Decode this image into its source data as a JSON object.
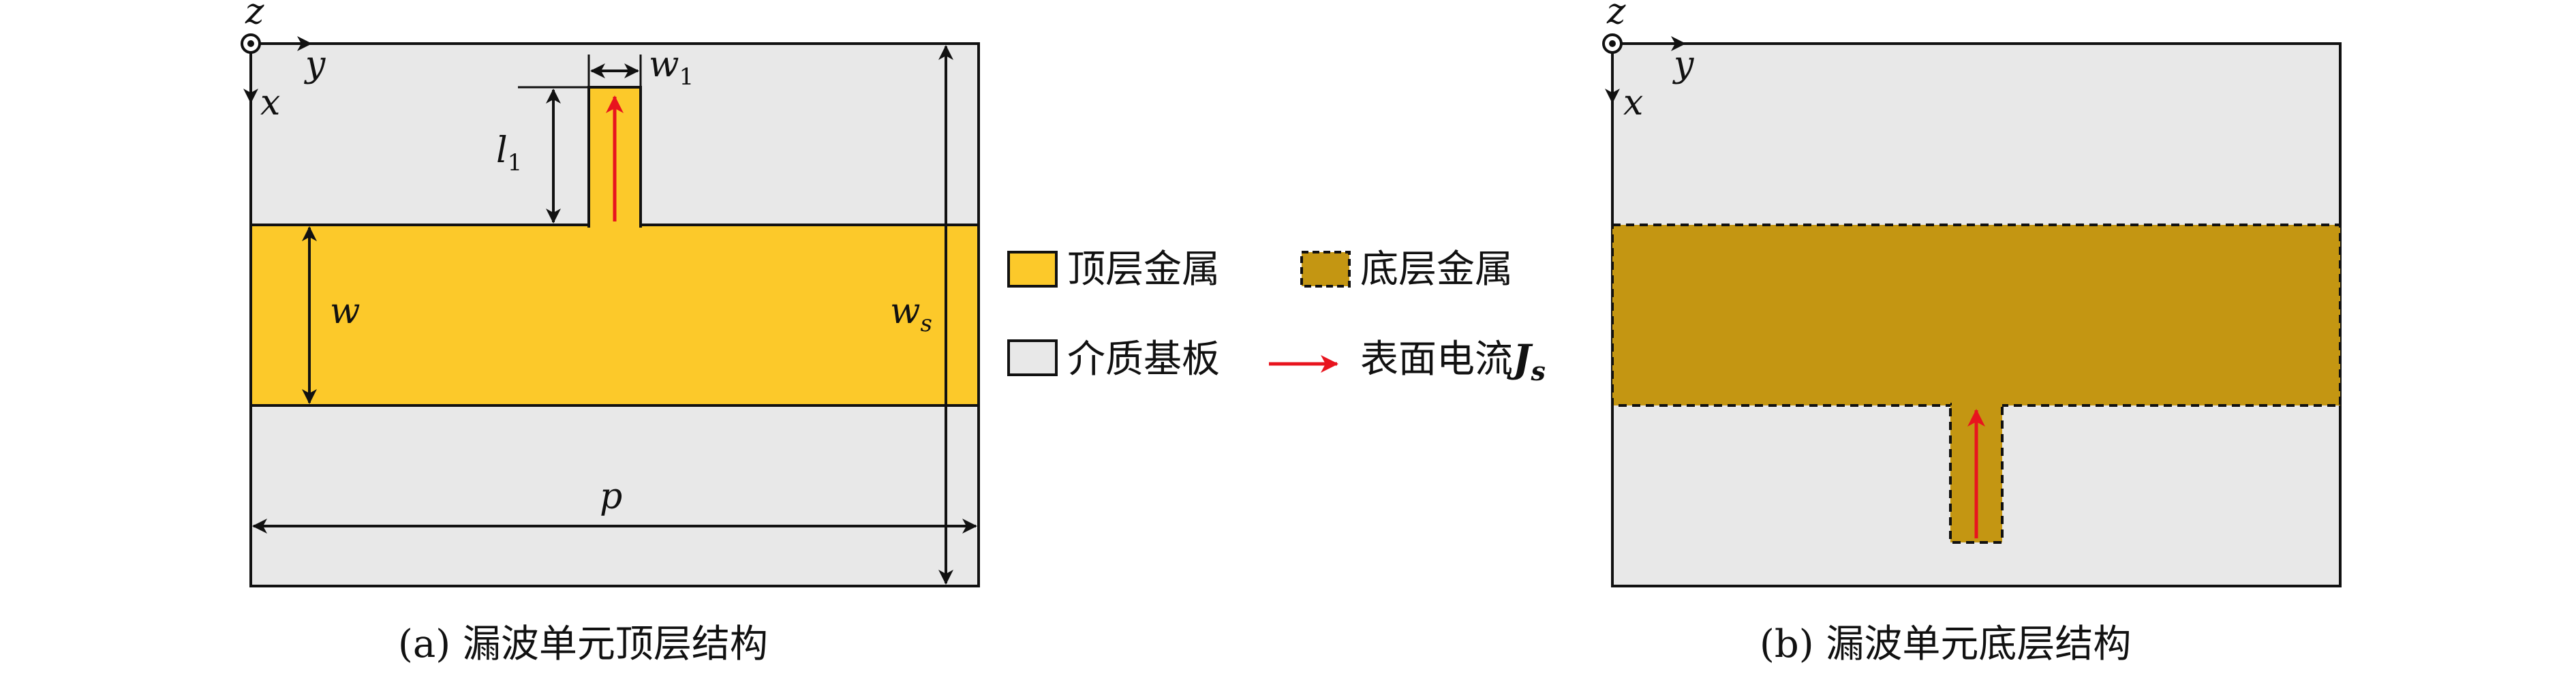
{
  "colors": {
    "substrate": "#E8E8E8",
    "top_metal": "#FCC92A",
    "bottom_metal": "#C49612",
    "current_arrow": "#E8141E",
    "outline": "#111111"
  },
  "panel_a": {
    "axis_z": "z",
    "axis_y": "y",
    "axis_x": "x",
    "dim_w1_base": "w",
    "dim_w1_sub": "1",
    "dim_l1_base": "l",
    "dim_l1_sub": "1",
    "dim_w": "w",
    "dim_ws_base": "w",
    "dim_ws_sub": "s",
    "dim_p": "p",
    "caption": "(a) 漏波单元顶层结构"
  },
  "panel_b": {
    "axis_z": "z",
    "axis_y": "y",
    "axis_x": "x",
    "caption": "(b) 漏波单元底层结构"
  },
  "legend": {
    "top_metal": "顶层金属",
    "bottom_metal": "底层金属",
    "substrate": "介质基板",
    "current_prefix": "表面电流",
    "current_symbol": "J",
    "current_sub": "s"
  }
}
